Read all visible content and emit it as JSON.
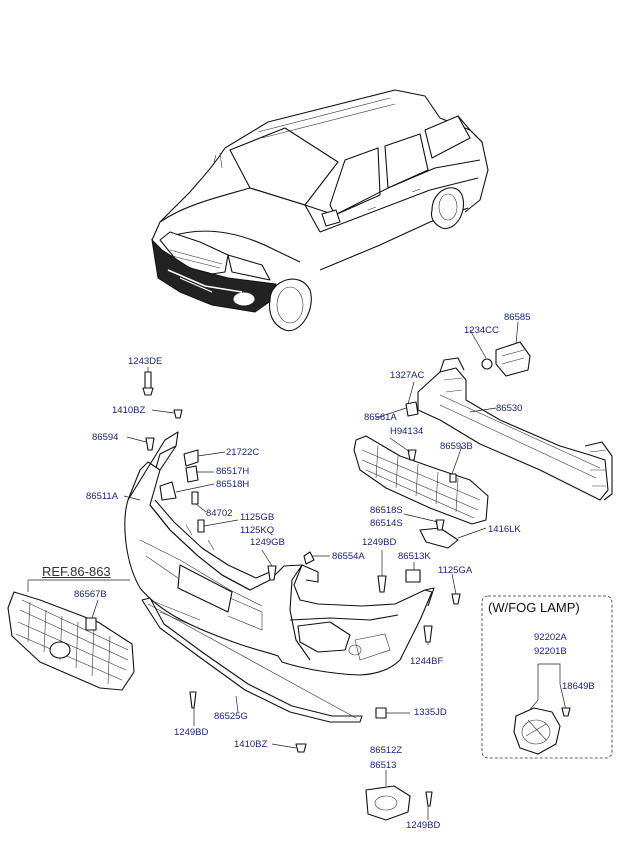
{
  "diagram": {
    "ref_label": "REF.86-863",
    "fog_title": "(W/FOG LAMP)",
    "parts": {
      "p86585": "86585",
      "p1234CC": "1234CC",
      "p1243DE": "1243DE",
      "p1327AC": "1327AC",
      "p86530": "86530",
      "p1410BZ_a": "1410BZ",
      "p86561A": "86561A",
      "pH94134": "H94134",
      "p86594": "86594",
      "p21722C": "21722C",
      "p86593B": "86593B",
      "p86517H": "86517H",
      "p86518H": "86518H",
      "p86511A": "86511A",
      "p84702": "84702",
      "p86518S": "86518S",
      "p86514S": "86514S",
      "p1125GB": "1125GB",
      "p1125KQ": "1125KQ",
      "p1416LK": "1416LK",
      "p1249GB": "1249GB",
      "p1249BD_a": "1249BD",
      "p86554A": "86554A",
      "p86513K": "86513K",
      "p1125GA": "1125GA",
      "p86567B": "86567B",
      "p92202A": "92202A",
      "p92201B": "92201B",
      "p1244BF": "1244BF",
      "p18649B": "18649B",
      "p86525G": "86525G",
      "p1335JD": "1335JD",
      "p1249BD_b": "1249BD",
      "p1410BZ_b": "1410BZ",
      "p86512Z": "86512Z",
      "p86513": "86513",
      "p1249BD_c": "1249BD"
    }
  }
}
